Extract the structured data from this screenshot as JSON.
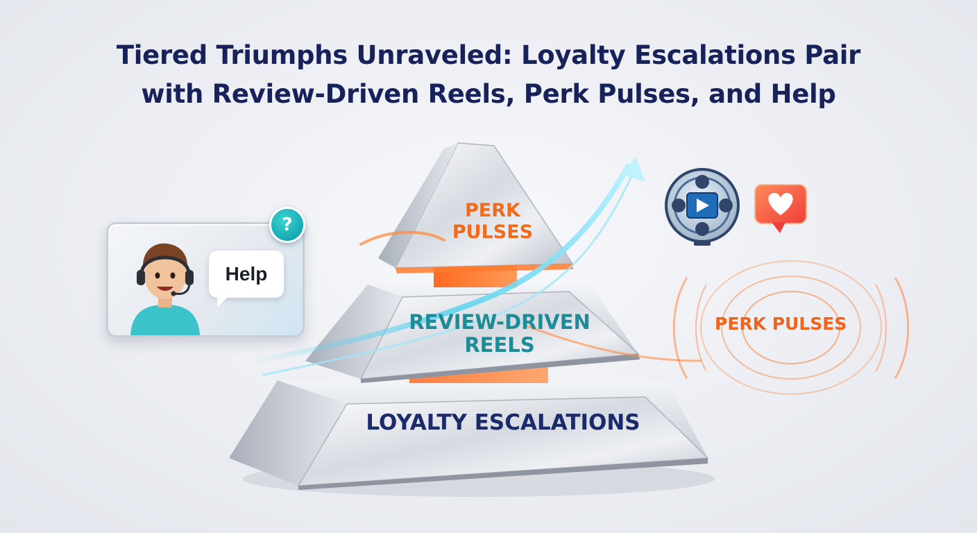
{
  "title": {
    "line1": "Tiered Triumphs Unraveled: Loyalty Escalations Pair",
    "line2": "with Review-Driven Reels, Perk Pulses, and Help"
  },
  "pyramid": {
    "top_tier": {
      "line1": "PERK",
      "line2": "PULSES"
    },
    "middle_tier": {
      "line1": "REVIEW-DRIVEN",
      "line2": "REELS"
    },
    "bottom_tier": {
      "label": "LOYALTY ESCALATIONS"
    }
  },
  "help_card": {
    "bubble_text": "Help",
    "badge_text": "?",
    "icons": [
      "support-agent-avatar-icon",
      "headset-icon",
      "speech-bubble-icon",
      "question-mark-icon"
    ]
  },
  "side_labels": {
    "pulse_text": "PERK PULSES"
  },
  "side_icons": [
    "film-reel-icon",
    "play-icon",
    "heart-like-icon"
  ],
  "colors": {
    "title": "#17215a",
    "perk_orange": "#f26a1b",
    "reels_teal": "#1e8b96",
    "loyalty_navy": "#1b2a6b",
    "glow_cyan": "#5ad3ee",
    "glow_orange": "#ff7a2e",
    "heart_red": "#f0463c"
  }
}
